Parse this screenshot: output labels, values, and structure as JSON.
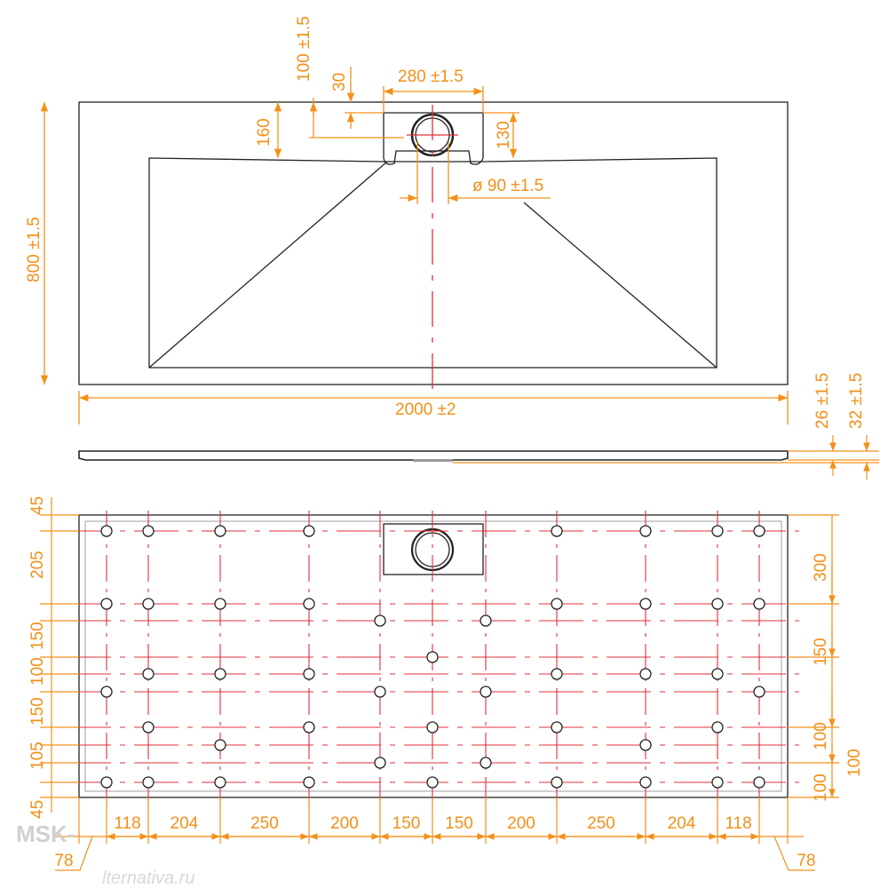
{
  "colors": {
    "dimension": "#f39019",
    "centerline": "#e0303a",
    "outline": "#222222"
  },
  "top_view": {
    "width": "2000 ±2",
    "depth": "800 ±1.5",
    "drain_offset": "100 ±1.5",
    "grate_depth": "30",
    "channel_depth": "160",
    "drain_width": "280 ±1.5",
    "drain_height": "130",
    "outlet_diameter": "ø 90 ±1.5"
  },
  "profile": {
    "thickness_edge": "26 ±1.5",
    "thickness_total": "32 ±1.5"
  },
  "bottom_view": {
    "left_dims": [
      "45",
      "205",
      "150",
      "100",
      "150",
      "105",
      "45"
    ],
    "right_dims": [
      "300",
      "150",
      "100",
      "100",
      "100"
    ],
    "bottom_dims": [
      "118",
      "204",
      "250",
      "200",
      "150",
      "150",
      "200",
      "250",
      "204",
      "118"
    ],
    "edge_offsets": [
      "78",
      "78"
    ]
  },
  "watermark": {
    "text": "MSK-",
    "text2": "lternativa.ru"
  }
}
